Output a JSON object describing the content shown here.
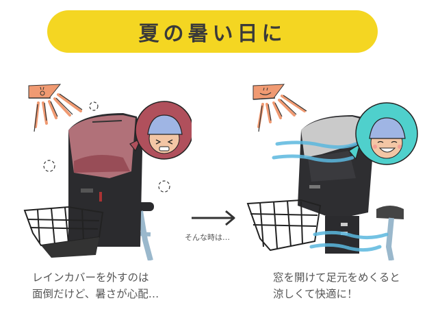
{
  "header": {
    "title": "夏の暑い日に",
    "pill_color": "#f4d622",
    "text_color": "#3a3a3a"
  },
  "scenes": {
    "before": {
      "description": "child seat with rain cover closed, sweating child",
      "bubble_color": "#b0505c",
      "cover_color": "#c97e86",
      "sun_expression": "angry",
      "caption_lines": [
        "レインカバーを外すのは",
        "面倒だけど、暑さが心配…"
      ]
    },
    "transition": {
      "arrow_icon": "right-arrow-icon",
      "label": "そんな時は…"
    },
    "after": {
      "description": "child seat with window opened and footwell rolled up, happy child with breeze",
      "bubble_color": "#4fd0cc",
      "wind_color": "#5bb8df",
      "sun_expression": "smiling",
      "caption_lines": [
        "窓を開けて足元をめくると",
        "涼しくて快適に！"
      ]
    }
  },
  "colors": {
    "sun": "#f09a72",
    "helmet": "#9fb5e4",
    "bag": "#2b2b2e",
    "bike_frame": "#9ab8cc"
  }
}
